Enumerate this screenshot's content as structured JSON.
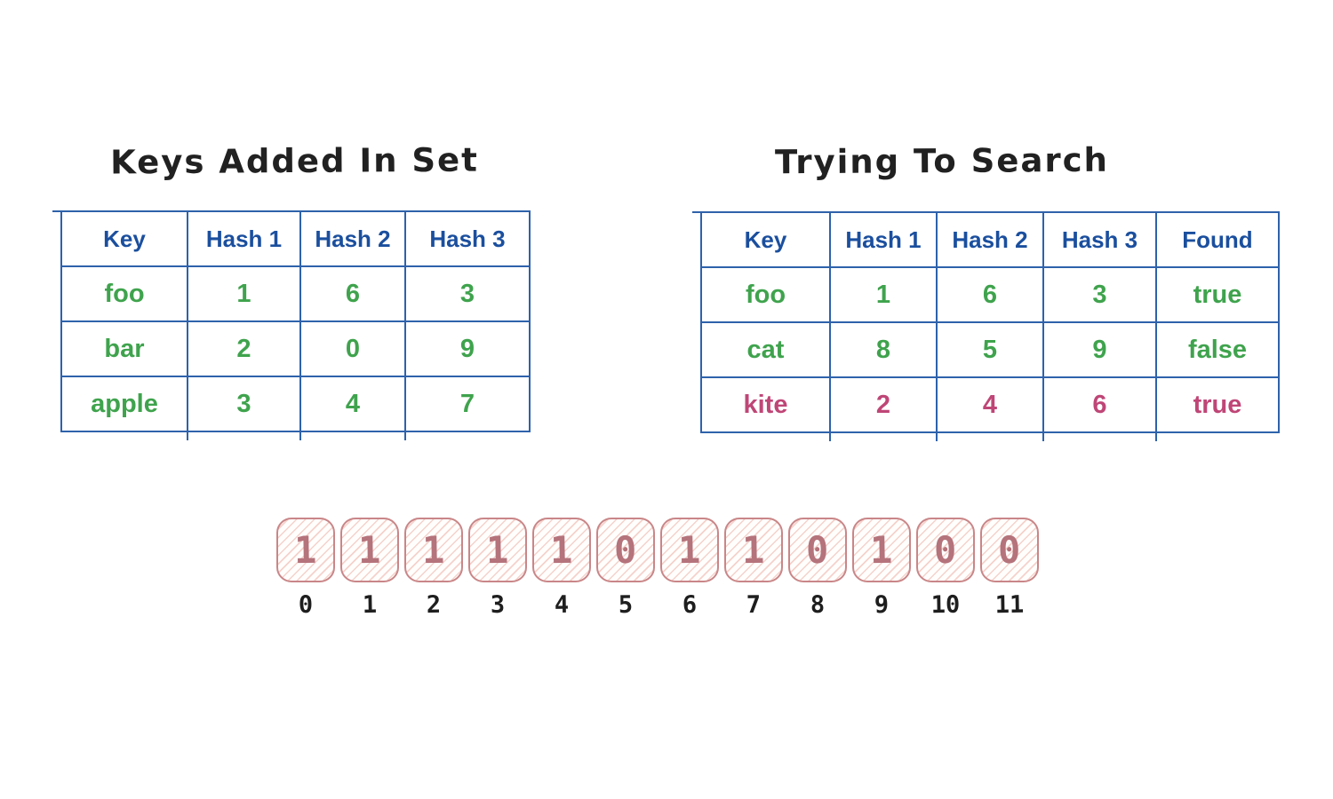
{
  "added_table": {
    "title": "Keys Added In Set",
    "headers": [
      "Key",
      "Hash 1",
      "Hash 2",
      "Hash 3"
    ],
    "rows": [
      {
        "key": "foo",
        "hash1": "1",
        "hash2": "6",
        "hash3": "3",
        "color": "green"
      },
      {
        "key": "bar",
        "hash1": "2",
        "hash2": "0",
        "hash3": "9",
        "color": "green"
      },
      {
        "key": "apple",
        "hash1": "3",
        "hash2": "4",
        "hash3": "7",
        "color": "green"
      }
    ]
  },
  "search_table": {
    "title": "Trying To Search",
    "headers": [
      "Key",
      "Hash 1",
      "Hash 2",
      "Hash 3",
      "Found"
    ],
    "rows": [
      {
        "key": "foo",
        "hash1": "1",
        "hash2": "6",
        "hash3": "3",
        "found": "true",
        "color": "green"
      },
      {
        "key": "cat",
        "hash1": "8",
        "hash2": "5",
        "hash3": "9",
        "found": "false",
        "color": "green"
      },
      {
        "key": "kite",
        "hash1": "2",
        "hash2": "4",
        "hash3": "6",
        "found": "true",
        "color": "pink"
      }
    ]
  },
  "bit_array": {
    "bits": [
      "1",
      "1",
      "1",
      "1",
      "1",
      "0",
      "1",
      "1",
      "0",
      "1",
      "0",
      "0"
    ],
    "indices": [
      "0",
      "1",
      "2",
      "3",
      "4",
      "5",
      "6",
      "7",
      "8",
      "9",
      "10",
      "11"
    ]
  },
  "colors": {
    "table_border_blue": "#2e62ab",
    "header_text_blue": "#1b4f9e",
    "present_green": "#3fa34d",
    "false_positive_pink": "#bf4677",
    "title_black": "#212121",
    "bit_cell_border": "#c98688",
    "bit_digit": "#b5737b",
    "bit_hatch": "#f5d2cb",
    "background": "#ffffff"
  }
}
